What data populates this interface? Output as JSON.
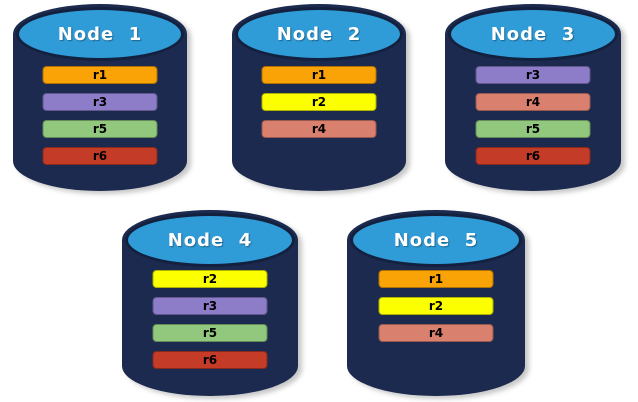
{
  "colors": {
    "background": "#FFFFFF",
    "cylinder_body": "#1B2A4E",
    "cylinder_top": "#2F9BD7",
    "cylinder_top_border": "#13213F",
    "title_text": "#FFFFFF",
    "replica_text": "#000000",
    "replica_r1": "#F9A306",
    "replica_r2": "#FBFF00",
    "replica_r3": "#8D7CC7",
    "replica_r4": "#D9806F",
    "replica_r5": "#92C87E",
    "replica_r6": "#C43B28"
  },
  "nodes": [
    {
      "label": "Node  1",
      "replicas": [
        {
          "label": "r1",
          "color": "#F9A306"
        },
        {
          "label": "r3",
          "color": "#8D7CC7"
        },
        {
          "label": "r5",
          "color": "#92C87E"
        },
        {
          "label": "r6",
          "color": "#C43B28"
        }
      ]
    },
    {
      "label": "Node  2",
      "replicas": [
        {
          "label": "r1",
          "color": "#F9A306"
        },
        {
          "label": "r2",
          "color": "#FBFF00"
        },
        {
          "label": "r4",
          "color": "#D9806F"
        }
      ]
    },
    {
      "label": "Node  3",
      "replicas": [
        {
          "label": "r3",
          "color": "#8D7CC7"
        },
        {
          "label": "r4",
          "color": "#D9806F"
        },
        {
          "label": "r5",
          "color": "#92C87E"
        },
        {
          "label": "r6",
          "color": "#C43B28"
        }
      ]
    },
    {
      "label": "Node  4",
      "replicas": [
        {
          "label": "r2",
          "color": "#FBFF00"
        },
        {
          "label": "r3",
          "color": "#8D7CC7"
        },
        {
          "label": "r5",
          "color": "#92C87E"
        },
        {
          "label": "r6",
          "color": "#C43B28"
        }
      ]
    },
    {
      "label": "Node  5",
      "replicas": [
        {
          "label": "r1",
          "color": "#F9A306"
        },
        {
          "label": "r2",
          "color": "#FBFF00"
        },
        {
          "label": "r4",
          "color": "#D9806F"
        }
      ]
    }
  ]
}
